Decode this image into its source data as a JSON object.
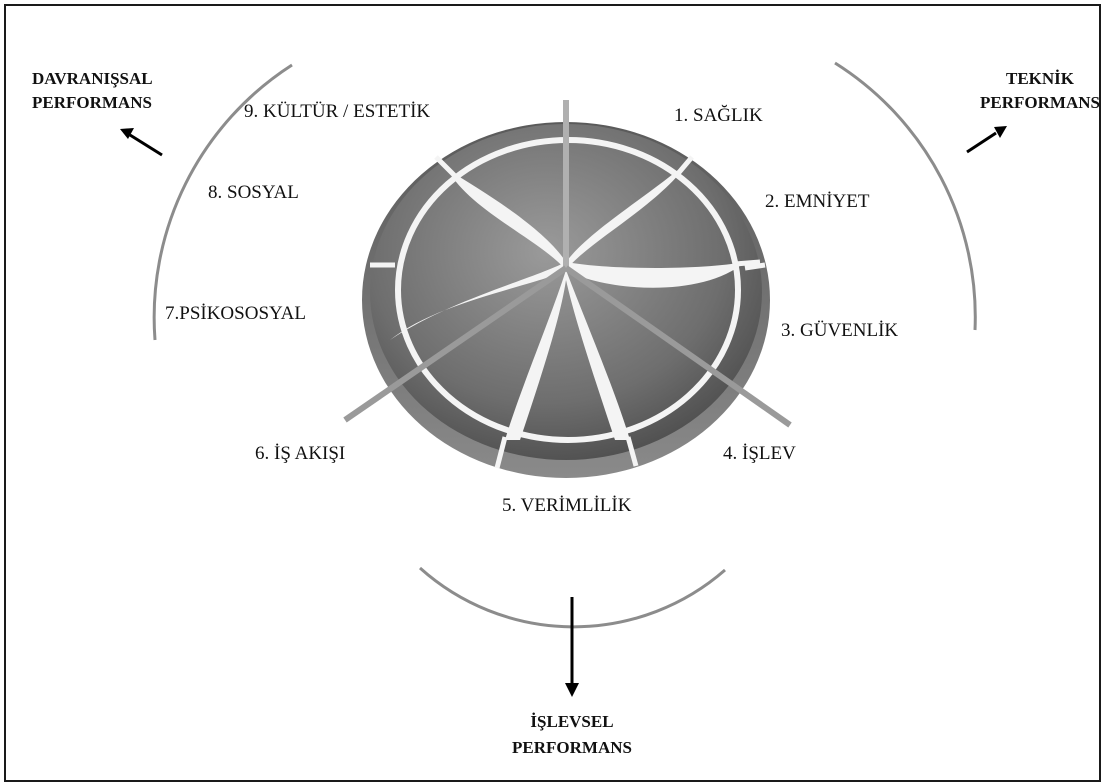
{
  "categories": {
    "behavioral": [
      "DAVRANIŞSAL",
      "PERFORMANS"
    ],
    "technical": [
      "TEKNİK",
      "PERFORMANS"
    ],
    "functional": [
      "İŞLEVSEL",
      "PERFORMANS"
    ]
  },
  "segments": [
    "1. SAĞLIK",
    "2. EMNİYET",
    "3. GÜVENLİK",
    "4. İŞLEV",
    "5. VERİMLİLİK",
    "6. İŞ AKIŞI",
    "7.PSİKOSOSYAL",
    "8. SOSYAL",
    "9. KÜLTÜR / ESTETİK"
  ],
  "colors": {
    "frame": "#1a1a1a",
    "arc": "#8c8c8c",
    "wheel_dark": "#3e3e3e",
    "wheel_mid": "#6e6e6e",
    "wheel_light": "#9a9a9a",
    "white_band": "#f4f4f4"
  }
}
